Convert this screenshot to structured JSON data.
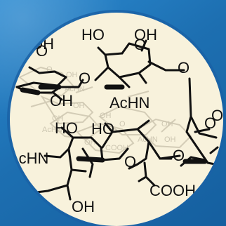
{
  "image": {
    "kind": "chemical-structure-illustration",
    "colors": {
      "background_blue": "#1d6fb1",
      "disc_fill": "#f8f2dc",
      "disc_ring": "#1a62a6",
      "ink": "#111111",
      "ghost_ink": "#c9c2ad"
    }
  },
  "labels": {
    "top_left_oh": "OH",
    "top_ho": "HO",
    "top_oh": "OH",
    "left_ring_o": "O",
    "ring_o_top": "O",
    "ring_o_right": "O",
    "left_mid_o": "O",
    "left_lower_oh": "OH",
    "achn_top": "AcHN",
    "right_o_upper": "O",
    "right_o_mid": "O",
    "left_bottom_ho": "HO",
    "center_ho": "HO",
    "achn_left": "AcHN",
    "bottom_ring_o": "O",
    "right_lower_o": "O",
    "acid": "COOH",
    "bottom_oh": "OH"
  }
}
